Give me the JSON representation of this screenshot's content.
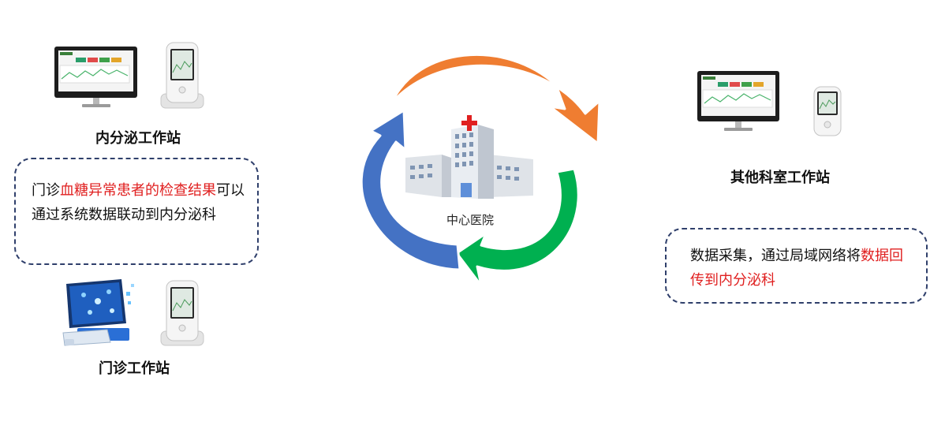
{
  "stations": {
    "endocrine": {
      "label": "内分泌工作站"
    },
    "outpatient": {
      "label": "门诊工作站"
    },
    "other": {
      "label": "其他科室工作站"
    }
  },
  "center": {
    "label": "中心医院"
  },
  "notes": {
    "left": {
      "prefix": "门诊",
      "highlight": "血糖异常患者的检查结果",
      "suffix": "可以通过系统数据联动到内分泌科"
    },
    "right": {
      "prefix": "数据采集，通过局域网络将",
      "highlight": "数据回传到内分泌科",
      "suffix": ""
    }
  },
  "colors": {
    "cycle_orange": "#ef7d31",
    "cycle_green": "#00b050",
    "cycle_blue": "#4472c4",
    "highlight_red": "#e02020",
    "note_border": "#2f3f6b"
  },
  "icons": [
    "monitor-icon",
    "glucose-meter-icon",
    "computer-icon",
    "hospital-icon",
    "red-cross-icon"
  ]
}
